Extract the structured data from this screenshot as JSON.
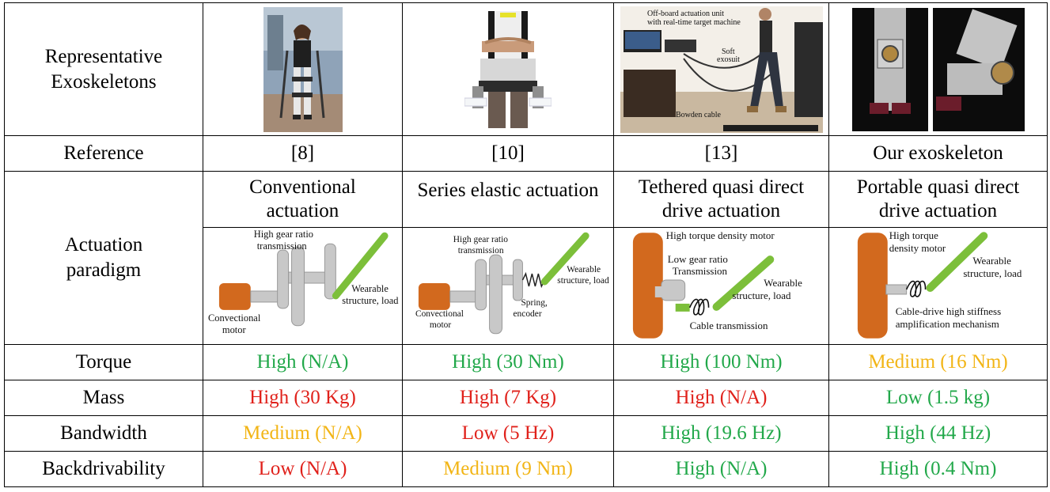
{
  "rows": {
    "representative": "Representative Exoskeletons",
    "reference": "Reference",
    "actuation": "Actuation paradigm",
    "torque": "Torque",
    "mass": "Mass",
    "bandwidth": "Bandwidth",
    "backdrivability": "Backdrivability"
  },
  "columns": [
    {
      "reference": "[8]",
      "paradigm": "Conventional actuation",
      "diagram_labels": [
        "High gear ratio",
        "transmission",
        "Wearable",
        "structure, load",
        "Convectional",
        "motor"
      ],
      "torque": "High (N/A)",
      "torque_level": "good",
      "mass": "High (30 Kg)",
      "mass_level": "bad",
      "bandwidth": "Medium (N/A)",
      "bandwidth_level": "medium",
      "backdrivability": "Low (N/A)",
      "backdrivability_level": "bad"
    },
    {
      "reference": "[10]",
      "paradigm": "Series elastic actuation",
      "diagram_labels": [
        "High gear ratio",
        "transmission",
        "Wearable",
        "structure, load",
        "Convectional",
        "motor",
        "Spring,",
        "encoder"
      ],
      "torque": "High (30 Nm)",
      "torque_level": "good",
      "mass": "High (7 Kg)",
      "mass_level": "bad",
      "bandwidth": "Low (5 Hz)",
      "bandwidth_level": "bad",
      "backdrivability": "Medium (9 Nm)",
      "backdrivability_level": "medium"
    },
    {
      "reference": "[13]",
      "paradigm": "Tethered quasi direct drive actuation",
      "photo_labels": [
        "Off-board actuation unit",
        "with real-time target machine",
        "Soft",
        "exosuit",
        "Bowden cable"
      ],
      "diagram_labels": [
        "High torque density motor",
        "Low gear ratio",
        "Transmission",
        "Wearable",
        "structure, load",
        "Cable transmission"
      ],
      "torque": "High (100 Nm)",
      "torque_level": "good",
      "mass": "High (N/A)",
      "mass_level": "bad",
      "bandwidth": "High (19.6 Hz)",
      "bandwidth_level": "good",
      "backdrivability": "High (N/A)",
      "backdrivability_level": "good"
    },
    {
      "reference": "Our exoskeleton",
      "paradigm": "Portable quasi direct drive actuation",
      "diagram_labels": [
        "High torque",
        "density motor",
        "Wearable",
        "structure, load",
        "Cable-drive high stiffness",
        "amplification mechanism"
      ],
      "torque": "Medium (16 Nm)",
      "torque_level": "medium",
      "mass": "Low (1.5 kg)",
      "mass_level": "good",
      "bandwidth": "High (44 Hz)",
      "bandwidth_level": "good",
      "backdrivability": "High (0.4 Nm)",
      "backdrivability_level": "good"
    }
  ],
  "colors": {
    "good": "#22a84a",
    "bad": "#e0211b",
    "medium": "#f2b516",
    "motor": "#d2691e",
    "link": "#7cbf3a",
    "gear": "#c8c8c8"
  }
}
